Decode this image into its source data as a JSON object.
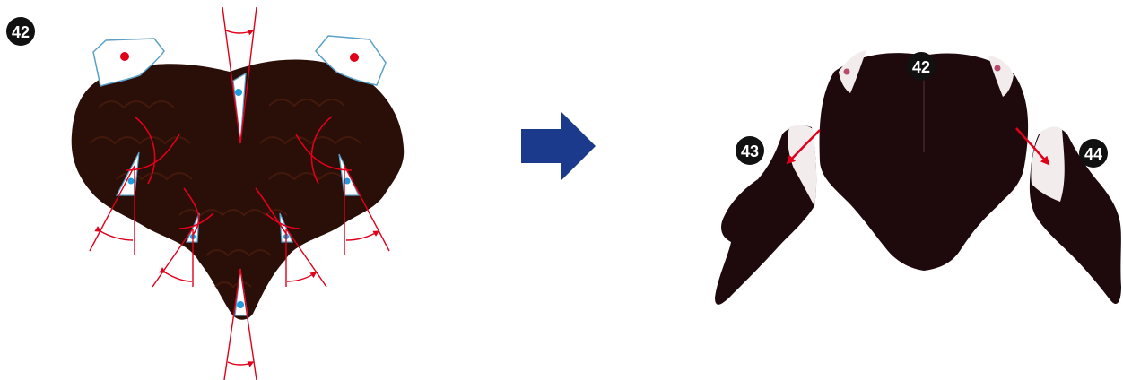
{
  "step": {
    "number": "42"
  },
  "left_piece": {
    "body_color": "#2a0f08",
    "feather_color": "#3b160c",
    "tab_color": "#ffffff",
    "tab_outline": "#5aa0c8",
    "glue_dot_color": "#e0001a",
    "fold_dot_color": "#1f9be0",
    "fold_line_color": "#e0001a"
  },
  "arrow": {
    "color": "#1b3a8c",
    "icon": "right-arrow-icon"
  },
  "right_piece": {
    "body_color": "#1e0a0c",
    "tab_color": "#f3ecec",
    "pointer_color": "#e0001a",
    "labels": {
      "body": "42",
      "left_wing": "43",
      "right_wing": "44"
    }
  }
}
